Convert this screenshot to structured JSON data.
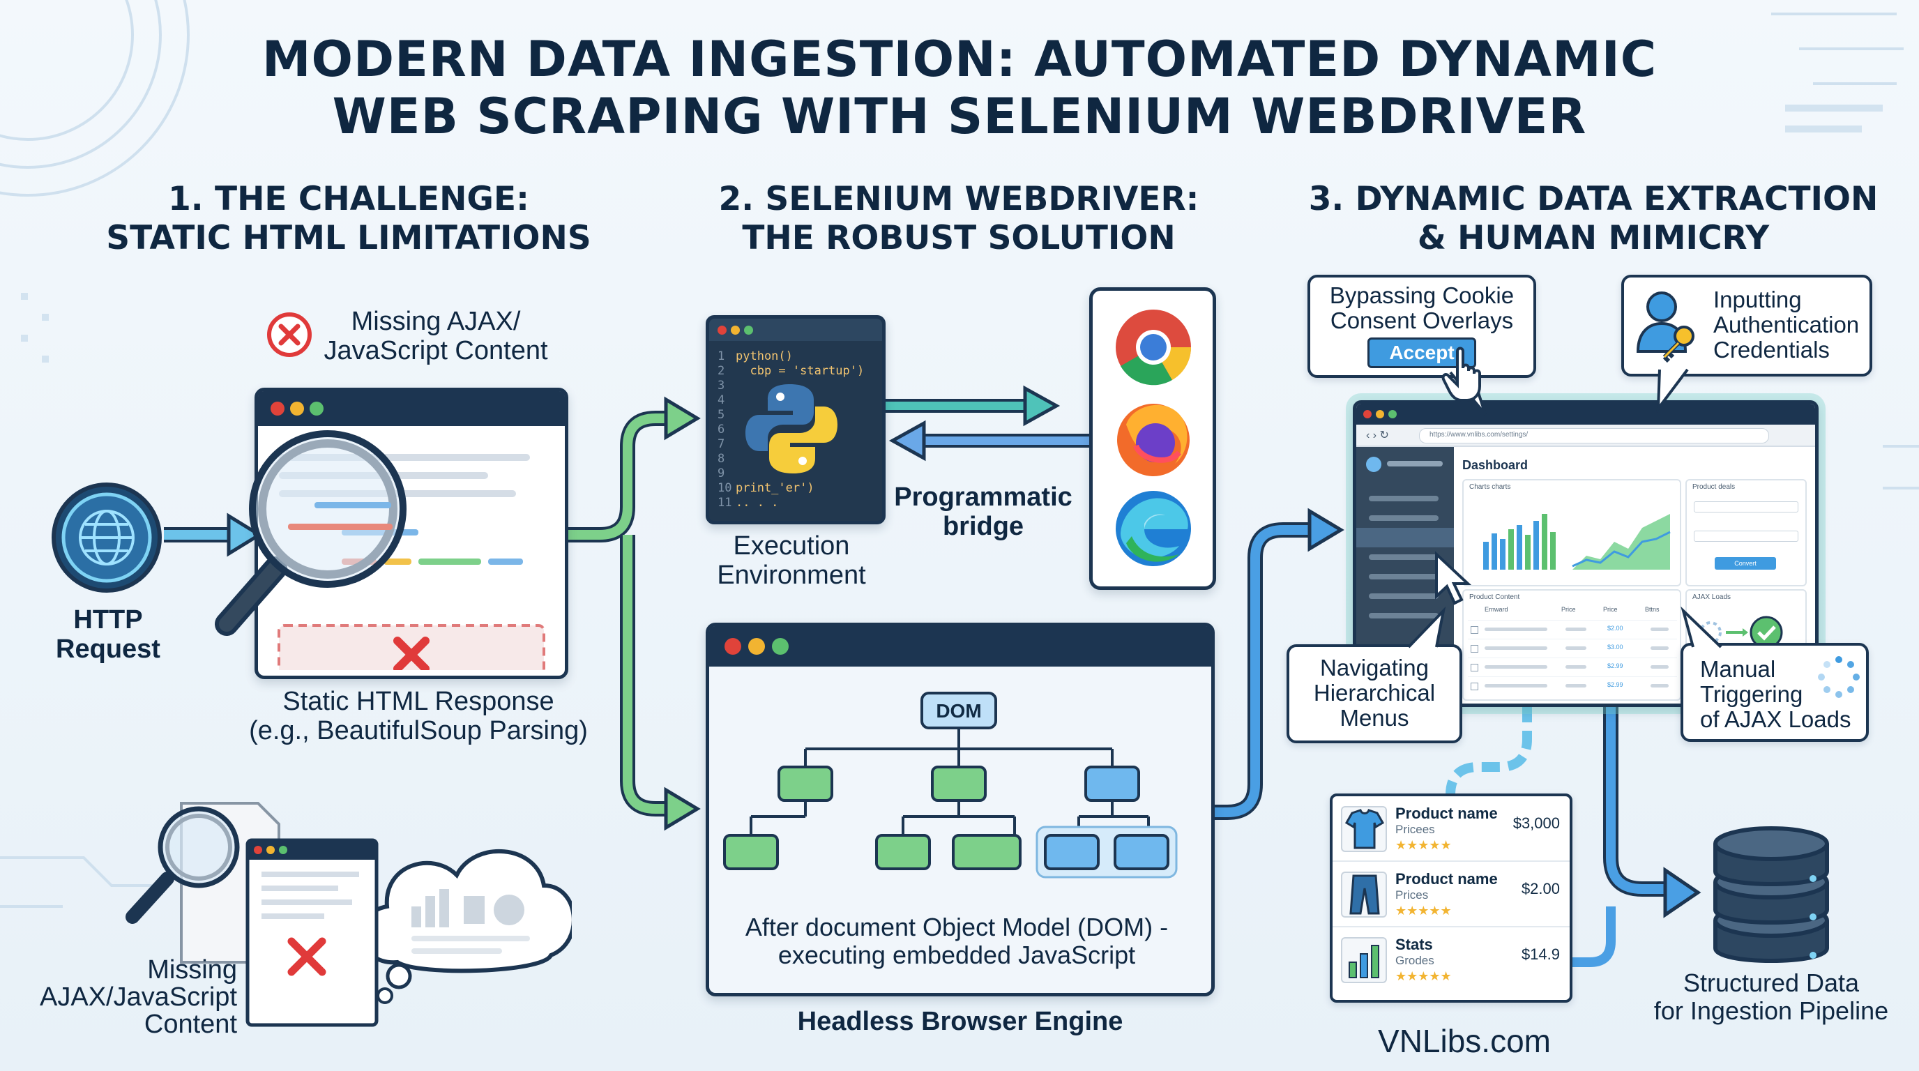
{
  "title": {
    "line1": "MODERN DATA INGESTION: AUTOMATED DYNAMIC",
    "line2": "WEB SCRAPING WITH SELENIUM WEBDRIVER"
  },
  "sections": [
    {
      "line1": "1. THE CHALLENGE:",
      "line2": "STATIC HTML LIMITATIONS"
    },
    {
      "line1": "2. SELENIUM WEBDRIVER:",
      "line2": "THE ROBUST SOLUTION"
    },
    {
      "line1": "3. DYNAMIC DATA EXTRACTION",
      "line2": "& HUMAN MIMICRY"
    }
  ],
  "challenge": {
    "missing_top": {
      "line1": "Missing AJAX/",
      "line2": "JavaScript Content"
    },
    "http": {
      "line1": "HTTP",
      "line2": "Request"
    },
    "static_response": {
      "line1": "Static HTML Response",
      "line2": "(e.g., BeautifulSoup Parsing)"
    },
    "missing_bottom": {
      "line1": "Missing",
      "line2": "AJAX/JavaScript",
      "line3": "Content"
    }
  },
  "solution": {
    "code_lines": [
      {
        "n": "1",
        "t": "python()"
      },
      {
        "n": "2",
        "t": "  cbp = 'startup')"
      },
      {
        "n": "3",
        "t": ""
      },
      {
        "n": "4",
        "t": ""
      },
      {
        "n": "5",
        "t": ""
      },
      {
        "n": "6",
        "t": ""
      },
      {
        "n": "7",
        "t": ""
      },
      {
        "n": "8",
        "t": ""
      },
      {
        "n": "9",
        "t": ""
      },
      {
        "n": "10",
        "t": "print_'er')"
      },
      {
        "n": "11",
        "t": ".. . ."
      }
    ],
    "exec_env": {
      "line1": "Execution",
      "line2": "Environment"
    },
    "bridge": {
      "line1": "Programmatic",
      "line2": "bridge"
    },
    "dom_label": "DOM",
    "dom_caption": {
      "line1": "After document Object Model (DOM) -",
      "line2": "executing embedded JavaScript"
    },
    "headless": "Headless Browser Engine",
    "browsers": [
      "chrome-icon",
      "firefox-icon",
      "edge-icon"
    ]
  },
  "extraction": {
    "cookie": {
      "line1": "Bypassing Cookie",
      "line2": "Consent Overlays",
      "button": "Accept"
    },
    "auth": {
      "line1": "Inputting",
      "line2": "Authentication",
      "line3": "Credentials"
    },
    "nav": {
      "line1": "Navigating",
      "line2": "Hierarchical",
      "line3": "Menus"
    },
    "ajax": {
      "line1": "Manual",
      "line2": "Triggering",
      "line3": "of AJAX Loads"
    },
    "browser": {
      "url": "https://www.vnlibs.com/settings/",
      "dashboard": "Dashboard",
      "charts": "Charts charts",
      "product_deals": "Product deals",
      "product_content": "Product Content",
      "ajax_loads": "AJAX Loads",
      "table_headers": [
        "Ernward",
        "Price",
        "Price",
        "Bttns"
      ],
      "table_rows": [
        [
          "",
          "$2.00",
          ""
        ],
        [
          "",
          "$3.00",
          ""
        ],
        [
          "",
          "$2.99",
          ""
        ],
        [
          "",
          "$2.99",
          ""
        ]
      ],
      "convert_btn": "Convert"
    },
    "products": [
      {
        "name": "Product name",
        "sub": "Pricees",
        "price": "$3,000",
        "icon": "shirt-icon"
      },
      {
        "name": "Product name",
        "sub": "Prices",
        "price": "$2.00",
        "icon": "pants-icon"
      },
      {
        "name": "Stats",
        "sub": "Grodes",
        "price": "$14.9",
        "icon": "bar-chart-icon"
      }
    ],
    "structured": {
      "line1": "Structured Data",
      "line2": "for Ingestion Pipeline"
    }
  },
  "footer": "VNLibs.com",
  "colors": {
    "navy": "#1c3551",
    "green": "#5cc06f",
    "blue": "#3f9be0",
    "red": "#e03a3a",
    "python_blue": "#3d76b0",
    "python_yellow": "#f6cd3b"
  }
}
